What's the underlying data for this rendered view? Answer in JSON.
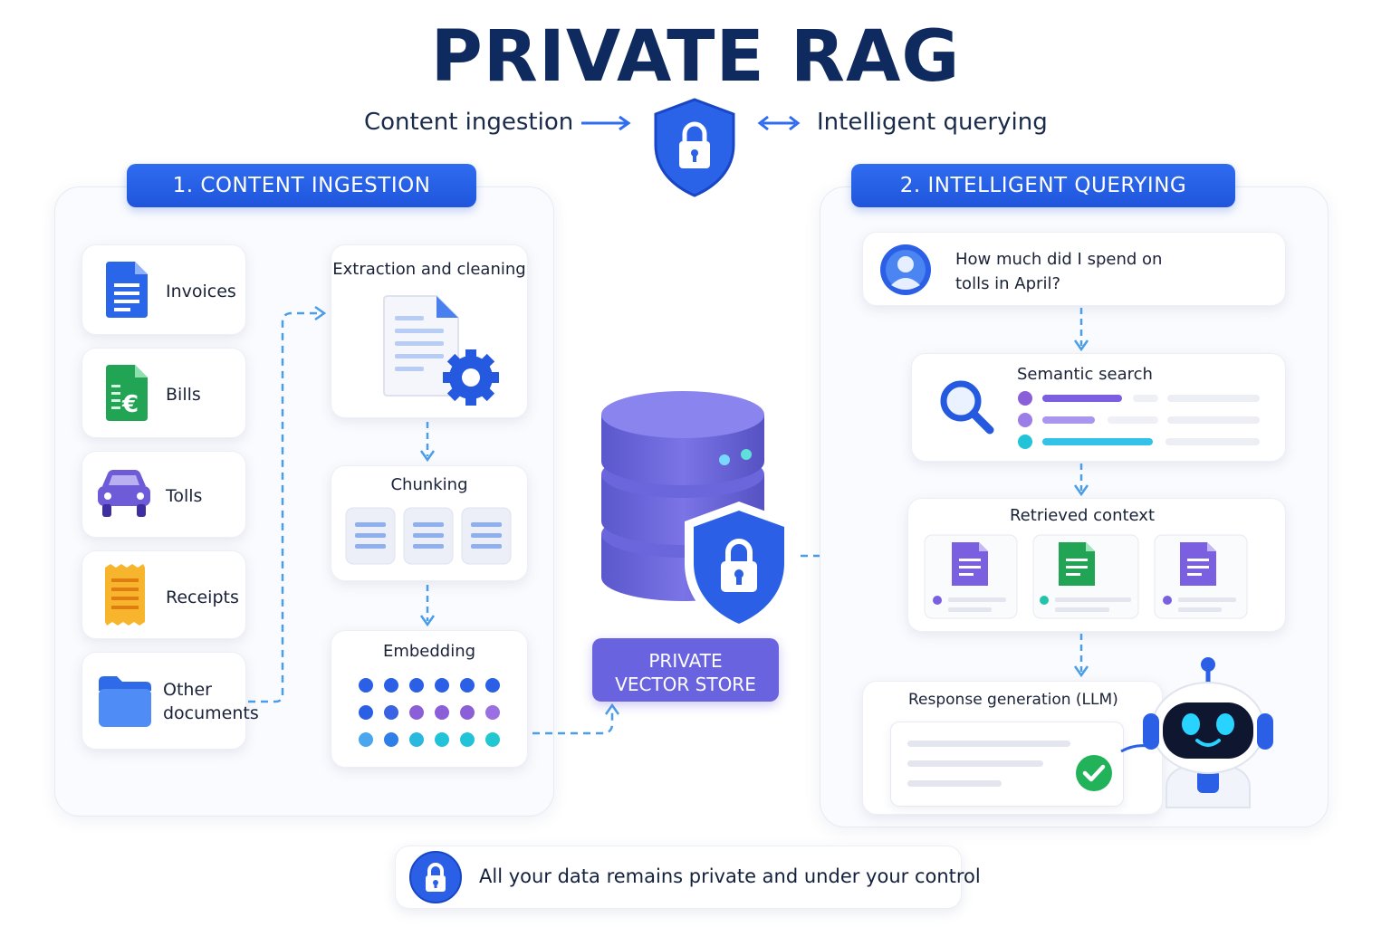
{
  "title": "PRIVATE RAG",
  "subtitle": {
    "left": "Content ingestion",
    "right": "Intelligent querying"
  },
  "ingestion": {
    "banner": "1. CONTENT INGESTION",
    "sources": [
      {
        "label": "Invoices",
        "icon": "document-icon"
      },
      {
        "label": "Bills",
        "icon": "euro-sheet-icon"
      },
      {
        "label": "Tolls",
        "icon": "car-icon"
      },
      {
        "label": "Receipts",
        "icon": "receipt-icon"
      },
      {
        "label": "Other documents",
        "icon": "folder-icon"
      }
    ],
    "steps": {
      "extraction": "Extraction and cleaning",
      "chunking": "Chunking",
      "embedding": "Embedding"
    }
  },
  "store": {
    "label_line1": "PRIVATE",
    "label_line2": "VECTOR STORE"
  },
  "querying": {
    "banner": "2. INTELLIGENT QUERYING",
    "question_line1": "How much did I spend on",
    "question_line2": "tolls in April?",
    "semantic_search": "Semantic search",
    "retrieved_context": "Retrieved context",
    "response_generation": "Response generation (LLM)"
  },
  "footer": "All your data remains private and under your control",
  "colors": {
    "brand_blue": "#1f55dc",
    "navy": "#0e2a5f",
    "store_purple": "#6a63e0",
    "accent_cyan": "#22c3d9",
    "accent_purple": "#8f6fe0",
    "success_green": "#22b35a"
  }
}
